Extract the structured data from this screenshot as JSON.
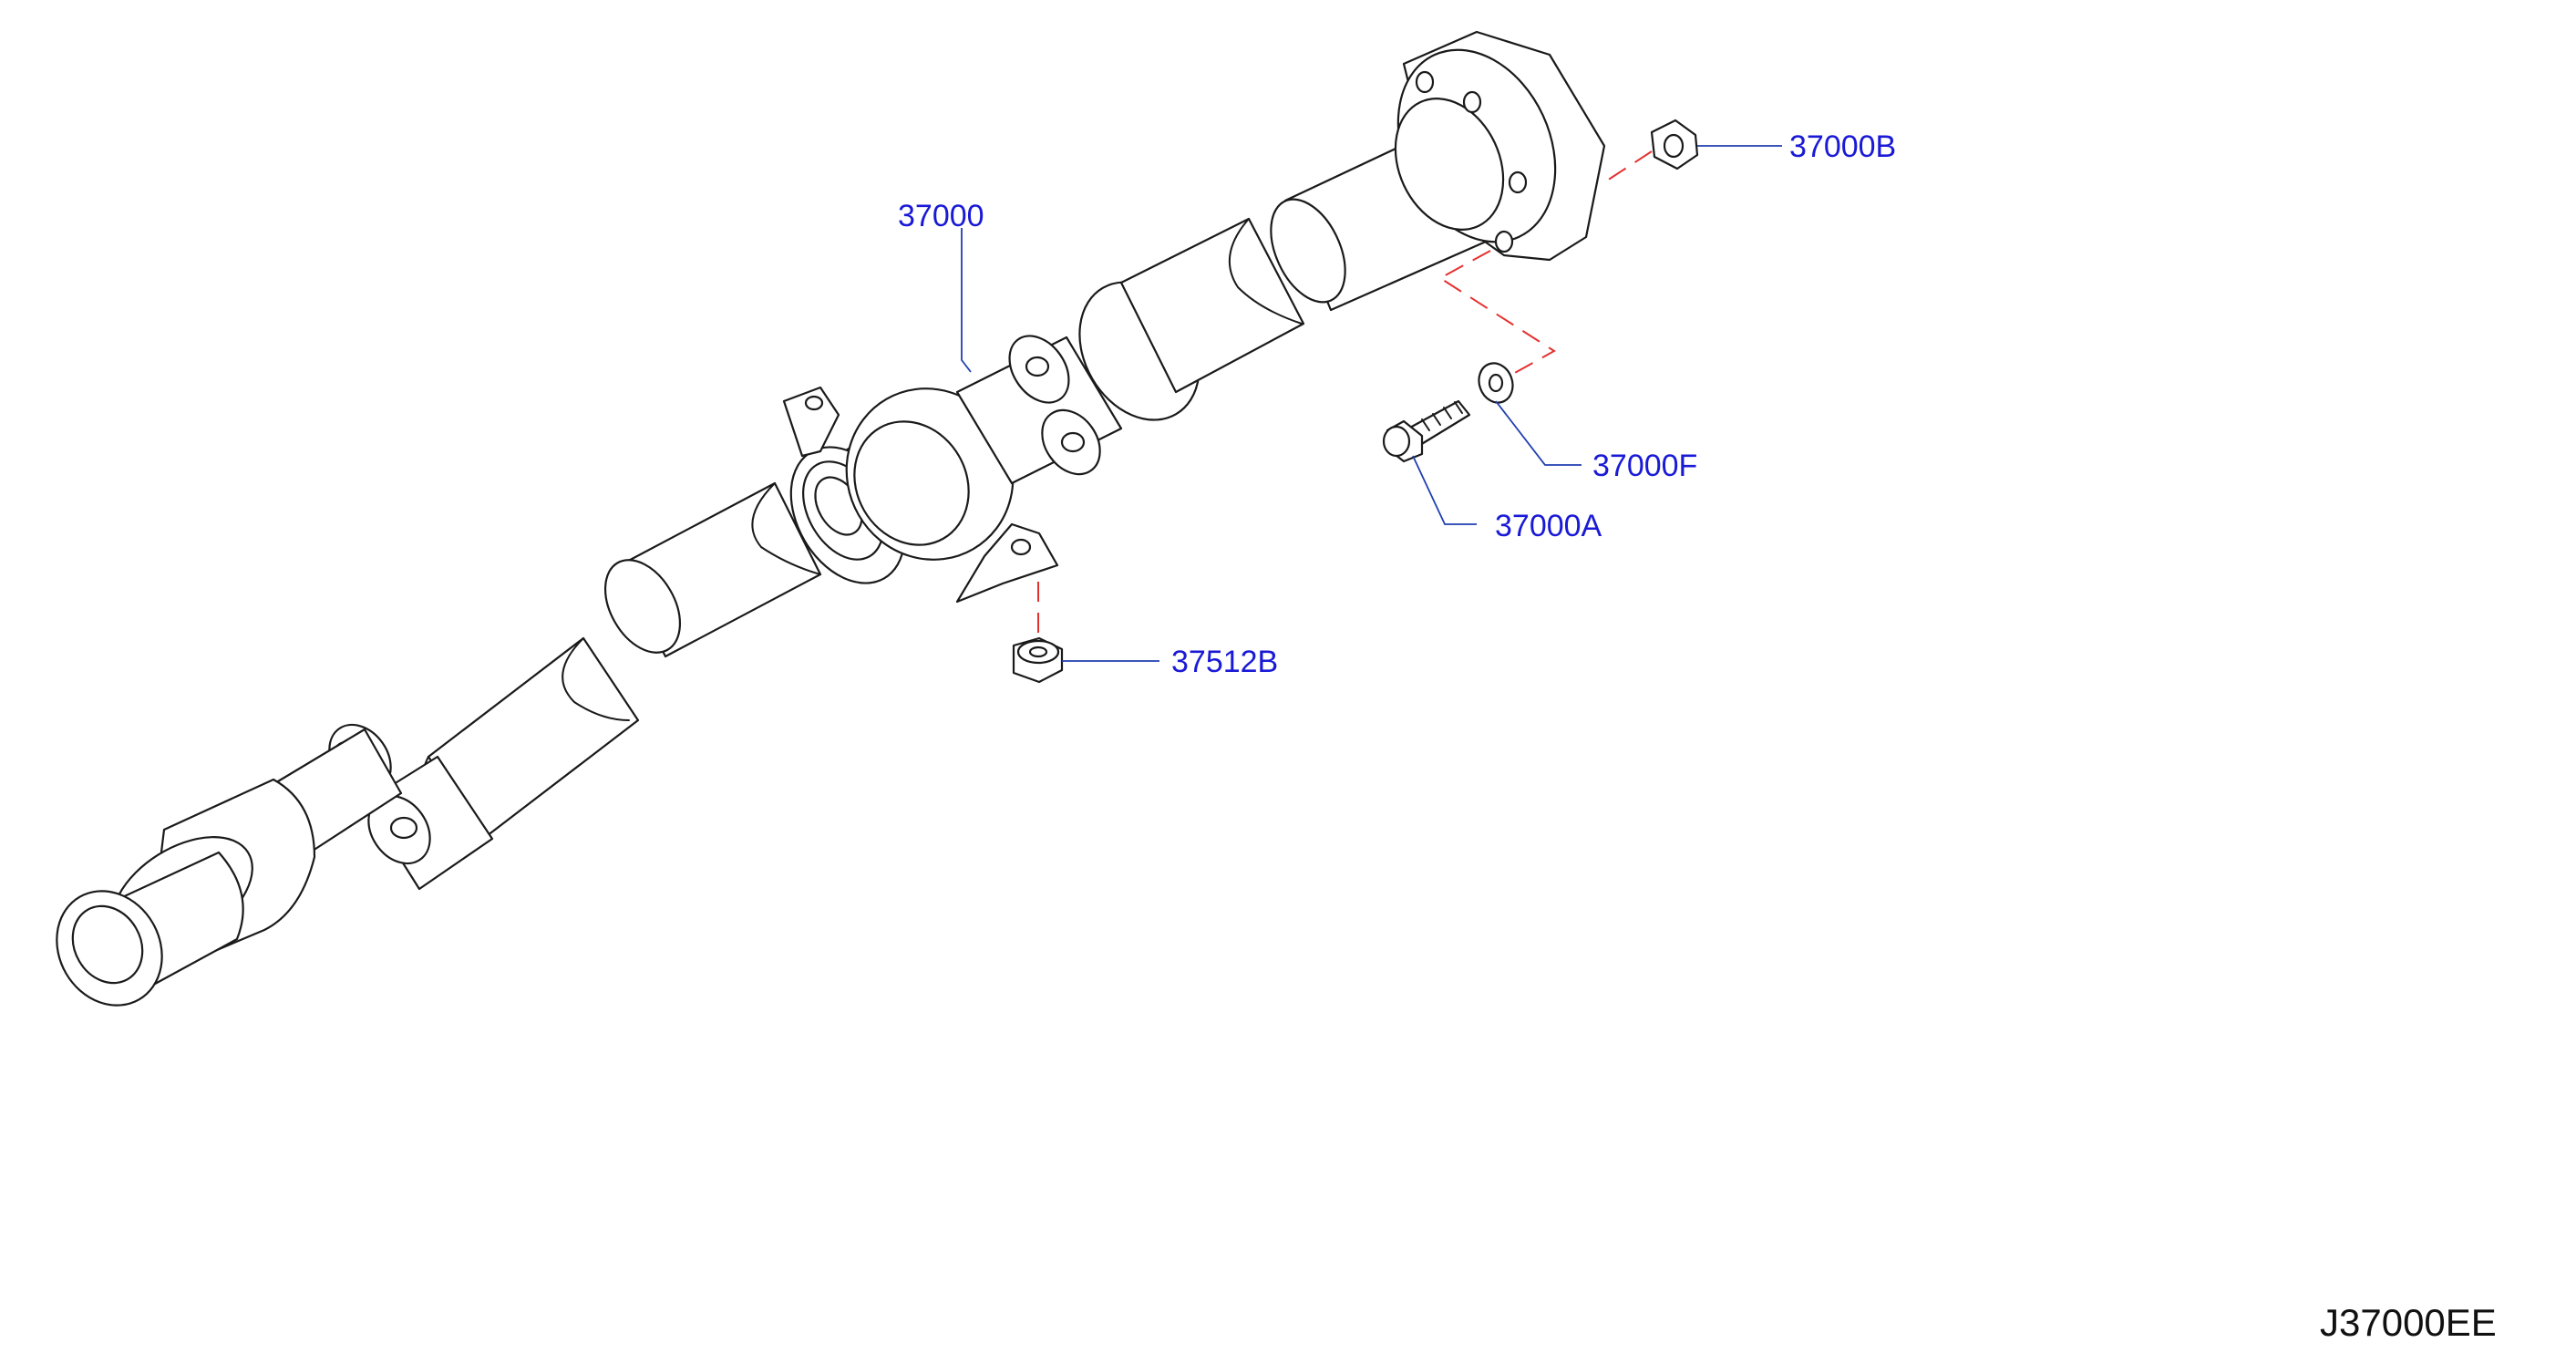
{
  "callouts": {
    "shaft": "37000",
    "flange_nut": "37000B",
    "washer": "37000F",
    "bolt": "37000A",
    "bearing_nut": "37512B"
  },
  "diagram_code": "J37000EE",
  "colors": {
    "callout_text": "#1a1ad6",
    "leader_line": "#1f3fb0",
    "dashed_guide": "#e63030",
    "outline": "#1a1a1a"
  }
}
